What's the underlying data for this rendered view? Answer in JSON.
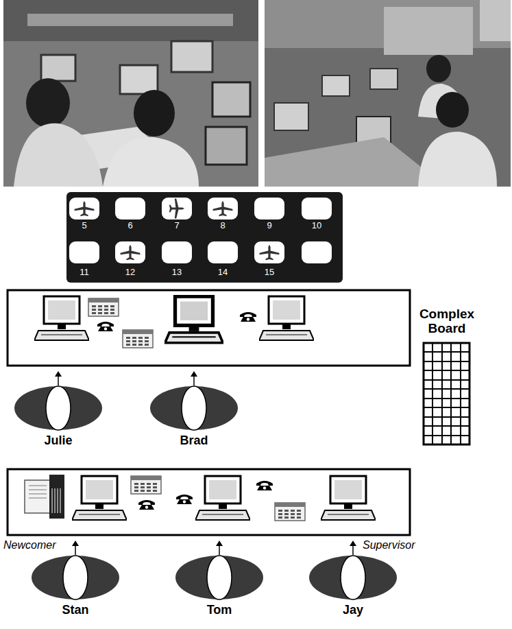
{
  "diagram": {
    "nodes": [
      {
        "text": [
          "Julie"
        ]
      },
      {
        "text": [
          "Brad"
        ]
      },
      {
        "text": [
          "Stan"
        ]
      },
      {
        "text": [
          "Tom"
        ]
      },
      {
        "text": [
          "Jay"
        ]
      }
    ],
    "labels": [
      "5",
      "6",
      "7",
      "8",
      "9",
      "10",
      "11",
      "12",
      "13",
      "14",
      "15",
      "Complex Board",
      "Newcomer",
      "Supervisor"
    ]
  }
}
